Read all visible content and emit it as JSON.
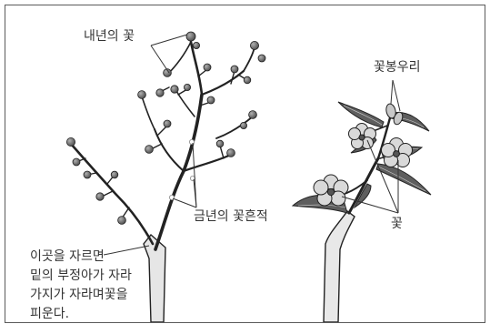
{
  "labels": {
    "next_year_flower": "내년의 꽃",
    "this_year_flower_scar": "금년의 꽃흔적",
    "pruning_note": [
      "이곳을 자르면",
      "밑의 부정아가 자라",
      "가지가 자라며꽃을",
      "피운다."
    ],
    "flower_bud": "꽃봉우리",
    "flower": "꽃"
  },
  "colors": {
    "border": "#5a5a5a",
    "stroke": "#222222",
    "bud_fill": "#6a6a6a",
    "leaf_fill": "#5e5e5e",
    "flower_fill": "#d9d9d9",
    "text": "#333333"
  }
}
